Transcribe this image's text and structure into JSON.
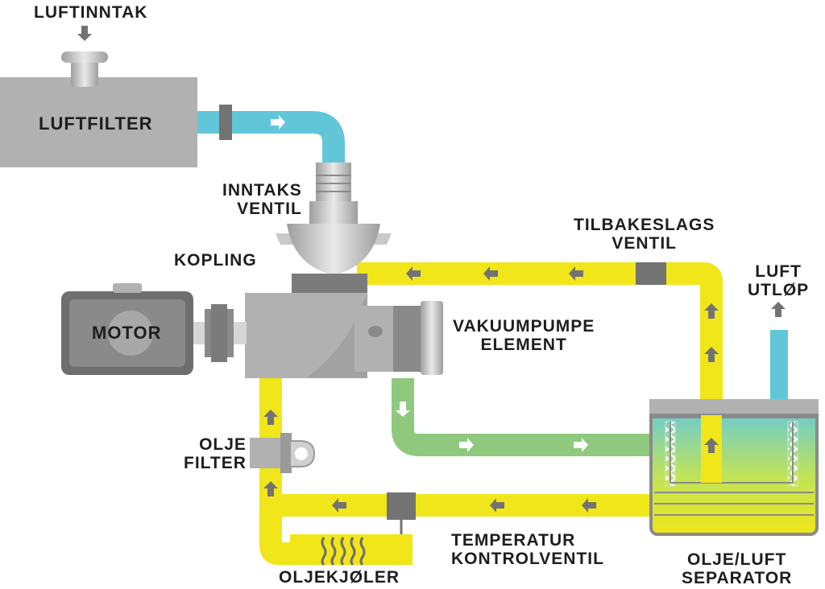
{
  "labels": {
    "air_intake": "LUFTINNTAK",
    "air_filter": "LUFTFILTER",
    "intake_valve": [
      "INNTAKS",
      "VENTIL"
    ],
    "coupling": "KOPLING",
    "motor": "MOTOR",
    "vacuum_pump_element": [
      "VAKUUMPUMPE",
      "ELEMENT"
    ],
    "check_valve": [
      "TILBAKESLAGS",
      "VENTIL"
    ],
    "air_outlet": [
      "LUFT",
      "UTLØP"
    ],
    "oil_filter": [
      "OLJE",
      "FILTER"
    ],
    "temperature_control_valve": [
      "TEMPERATUR",
      "KONTROLVENTIL"
    ],
    "oil_cooler": "OLJEKJØLER",
    "oil_air_separator": [
      "OLJE/LUFT",
      "SEPARATOR"
    ]
  },
  "colors": {
    "air_line": "#62c6d9",
    "oil_line": "#f0e61a",
    "air_oil_mix_line": "#8ec97d",
    "component_gray": "#b1b1b1",
    "component_dark": "#8a8a8a",
    "valve_dark": "#737373",
    "arrow_on_oil": "#737373",
    "arrow_on_air": "#ffffff",
    "text": "#1e1e1e"
  }
}
